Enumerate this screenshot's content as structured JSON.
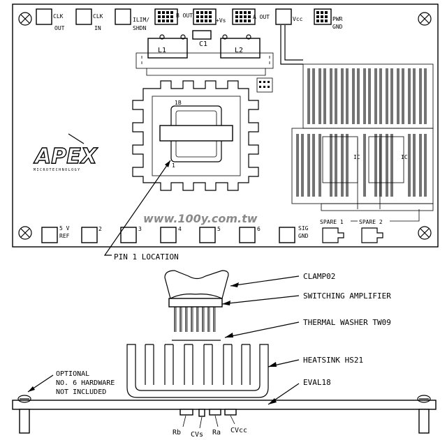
{
  "board": {
    "top_connectors": [
      {
        "id": "clk-out",
        "label": [
          "CLK",
          "OUT"
        ]
      },
      {
        "id": "clk-in",
        "label": [
          "CLK",
          "IN"
        ]
      },
      {
        "id": "ilim-shdn",
        "label": [
          "ILIM/",
          "SHDN"
        ]
      },
      {
        "id": "b-out",
        "label": [
          "B OUT"
        ]
      },
      {
        "id": "plus-vs",
        "label": [
          "+Vs"
        ]
      },
      {
        "id": "a-out",
        "label": [
          "A OUT"
        ]
      },
      {
        "id": "vcc",
        "label": [
          "Vcc"
        ]
      },
      {
        "id": "pwr-gnd",
        "label": [
          "PWR",
          "GND"
        ]
      }
    ],
    "bottom_connectors": [
      {
        "id": "5v-ref",
        "label": [
          "5 V",
          "REF"
        ]
      },
      {
        "id": "p2",
        "label": [
          "2"
        ]
      },
      {
        "id": "p3",
        "label": [
          "3"
        ]
      },
      {
        "id": "p4",
        "label": [
          "4"
        ]
      },
      {
        "id": "p5",
        "label": [
          "5"
        ]
      },
      {
        "id": "p6",
        "label": [
          "6"
        ]
      },
      {
        "id": "sig-gnd",
        "label": [
          "SIG",
          "GND"
        ]
      }
    ],
    "components": {
      "l1": "L1",
      "c1": "C1",
      "l2": "L2",
      "ic_label": "IC",
      "pin_marker": "1B",
      "pin_one": "1"
    },
    "spares": {
      "spare1": "SPARE 1",
      "spare2": "SPARE 2"
    },
    "logo": {
      "main": "APEX",
      "sub": "MICROTECHNOLOGY"
    },
    "watermark": "www.100y.com.tw"
  },
  "callouts": {
    "pin1": "PIN 1 LOCATION",
    "clamp": "CLAMP02",
    "amplifier": "SWITCHING AMPLIFIER",
    "washer": "THERMAL WASHER TW09",
    "heatsink": "HEATSINK HS21",
    "eval": "EVAL18",
    "optional": [
      "OPTIONAL",
      "NO. 6 HARDWARE",
      "NOT INCLUDED"
    ]
  },
  "bottom_labels": {
    "rb": "Rb",
    "cvs": "CVs",
    "ra": "Ra",
    "cvcc": "CVcc"
  }
}
